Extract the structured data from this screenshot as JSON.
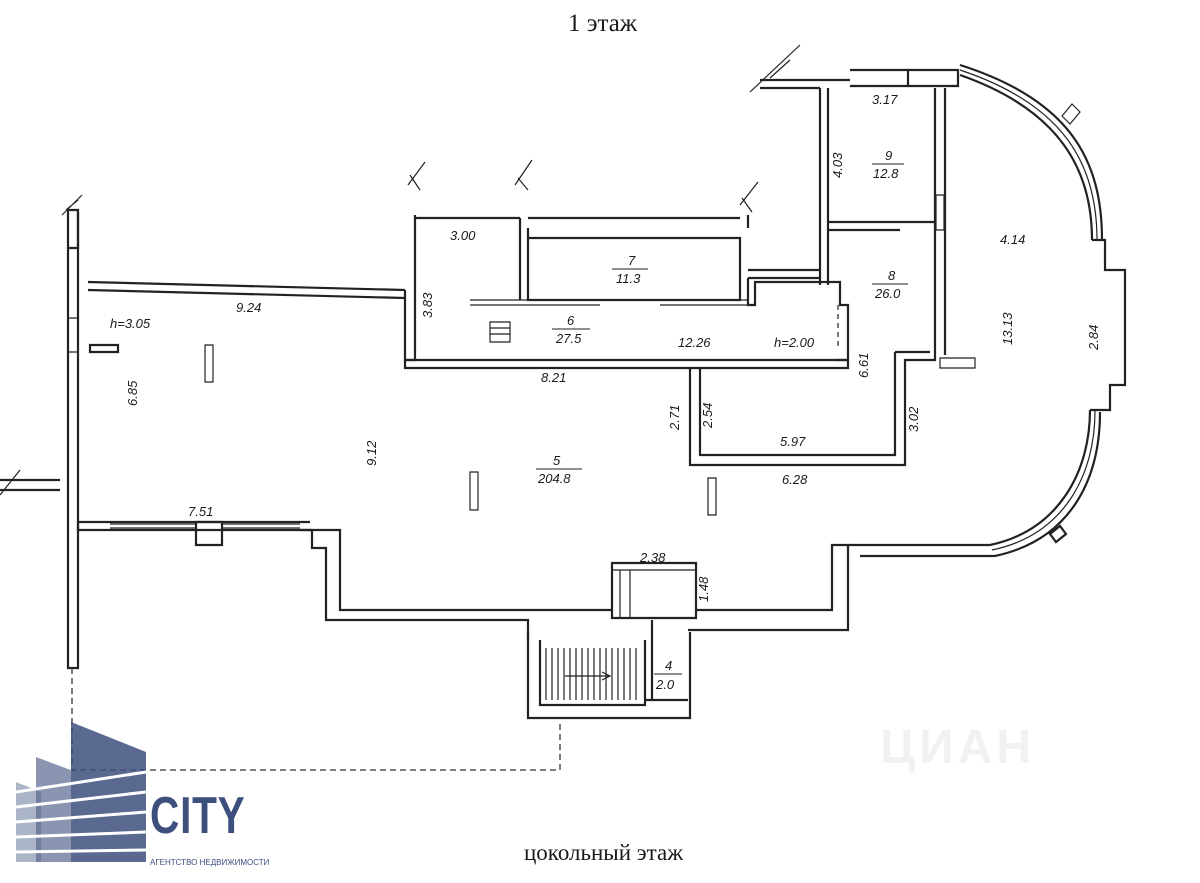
{
  "titles": {
    "top": "1 этаж",
    "bottom": "цокольный этаж"
  },
  "rooms": [
    {
      "num": "9",
      "area": "12.8"
    },
    {
      "num": "7",
      "area": "11.3"
    },
    {
      "num": "8",
      "area": "26.0"
    },
    {
      "num": "6",
      "area": "27.5"
    },
    {
      "num": "5",
      "area": "204.8"
    },
    {
      "num": "4",
      "area": "2.0"
    }
  ],
  "dimensions": [
    "3.17",
    "4.03",
    "4.14",
    "3.00",
    "3.83",
    "9.24",
    "h=3.05",
    "12.26",
    "h=2.00",
    "13.13",
    "2.84",
    "8.21",
    "6.61",
    "6.85",
    "9.12",
    "2.71",
    "2.54",
    "3.02",
    "5.97",
    "6.28",
    "7.51",
    "2.38",
    "1.48"
  ],
  "logo": {
    "name": "CITY",
    "subtitle": "АГЕНТСТВО НЕДВИЖИМОСТИ",
    "color": "#3d4f7d"
  },
  "watermark": "ЦИАН"
}
